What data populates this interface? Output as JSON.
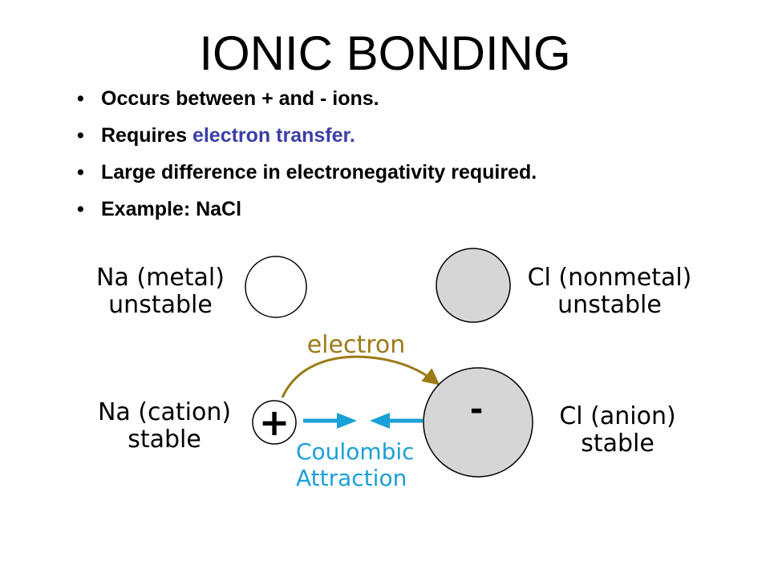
{
  "slide": {
    "title": "IONIC BONDING",
    "bullets": [
      {
        "prefix": "Occurs between + and - ions.",
        "highlight": ""
      },
      {
        "prefix": "Requires ",
        "highlight": "electron transfer."
      },
      {
        "prefix": "Large difference in electronegativity required.",
        "highlight": ""
      },
      {
        "prefix": "Example:  NaCl",
        "highlight": ""
      }
    ],
    "bullet_char": "•"
  },
  "diagram": {
    "na_metal": {
      "line1": "Na (metal)",
      "line2": "unstable"
    },
    "cl_nonmetal": {
      "line1": "Cl (nonmetal)",
      "line2": "unstable"
    },
    "na_cation": {
      "line1": "Na (cation)",
      "line2": "stable"
    },
    "cl_anion": {
      "line1": "Cl (anion)",
      "line2": "stable"
    },
    "electron_label": "electron",
    "coulombic_line1": "Coulombic",
    "coulombic_line2": "Attraction",
    "cation_sign": "+",
    "anion_sign": "-",
    "colors": {
      "electron": "#9c7a18",
      "coulombic": "#1aa0d8",
      "filled_circle": "#d6d6d6",
      "accent_text": "#3a3ea8"
    }
  }
}
